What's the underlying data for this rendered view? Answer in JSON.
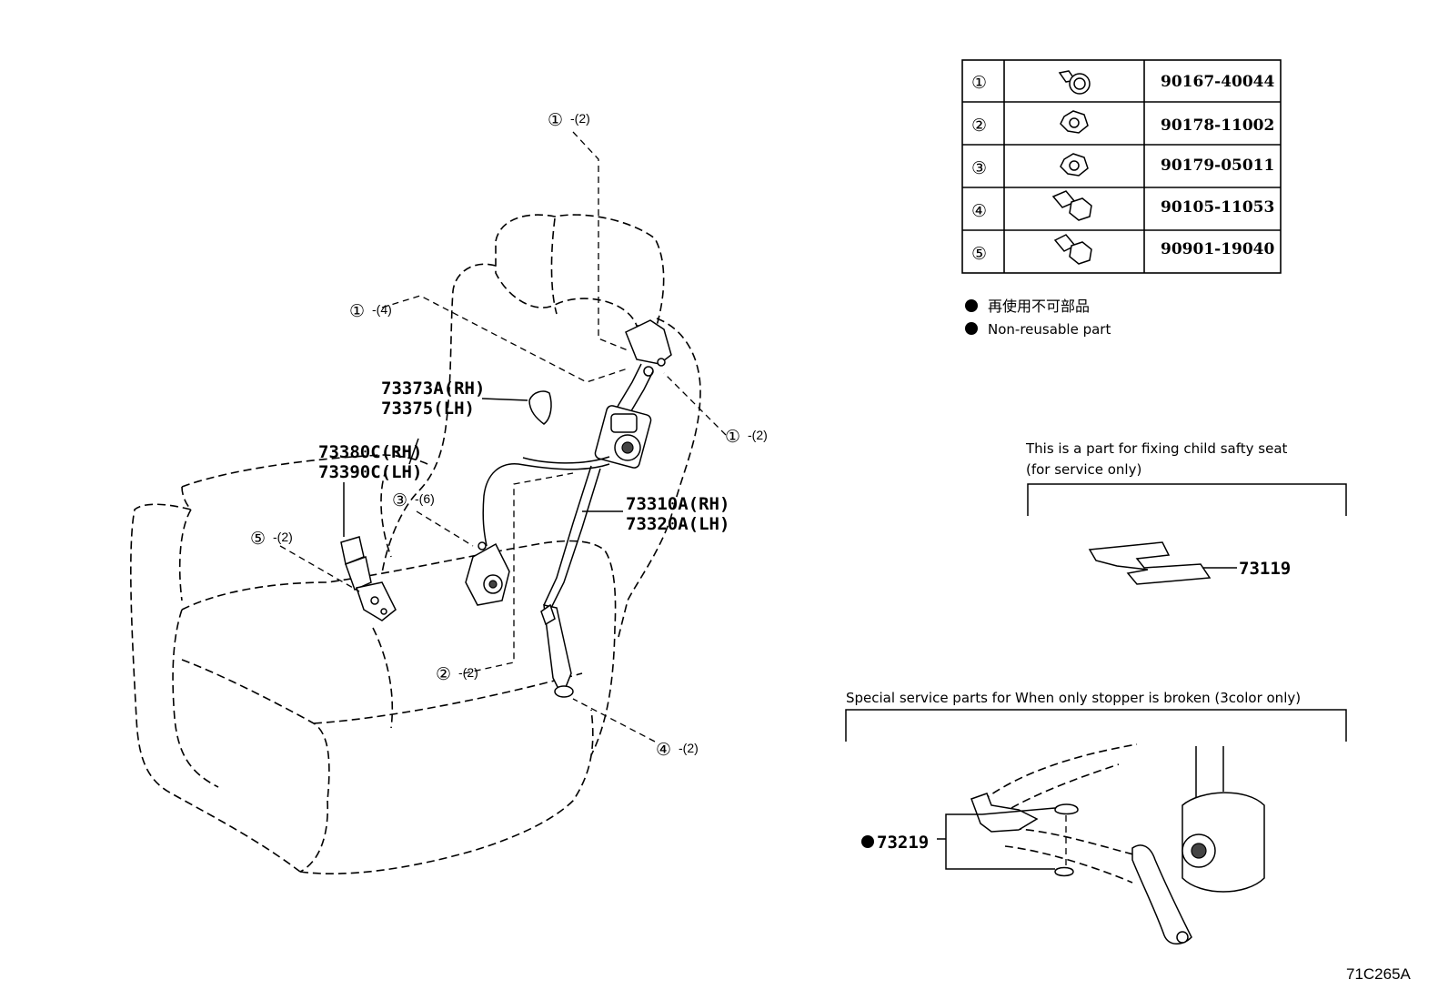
{
  "fastener_table": [
    {
      "num": "①",
      "part_no": "90167-40044",
      "icon": "bolt-with-washer-icon"
    },
    {
      "num": "②",
      "part_no": "90178-11002",
      "icon": "hex-nut-icon"
    },
    {
      "num": "③",
      "part_no": "90179-05011",
      "icon": "hex-nut-icon"
    },
    {
      "num": "④",
      "part_no": "90105-11053",
      "icon": "hex-bolt-icon"
    },
    {
      "num": "⑤",
      "part_no": "90901-19040",
      "icon": "hex-bolt-icon"
    }
  ],
  "legend": {
    "jp": "再使用不可部品",
    "en": "Non-reusable part"
  },
  "callouts": {
    "c1_top": {
      "num": "①",
      "qty": "-(2)"
    },
    "c1_left": {
      "num": "①",
      "qty": "-(4)"
    },
    "c1_right": {
      "num": "①",
      "qty": "-(2)"
    },
    "c2": {
      "num": "②",
      "qty": "-(2)"
    },
    "c3": {
      "num": "③",
      "qty": "-(6)"
    },
    "c4": {
      "num": "④",
      "qty": "-(2)"
    },
    "c5": {
      "num": "⑤",
      "qty": "-(2)"
    }
  },
  "parts": {
    "p73373A": "73373A(RH)",
    "p73375": "73375(LH)",
    "p73380C": "73380C(RH)",
    "p73390C": "73390C(LH)",
    "p73310A": "73310A(RH)",
    "p73320A": "73320A(LH)",
    "p73119": "73119",
    "p73219": "73219"
  },
  "child_seat_note": {
    "line1": "This is a part for fixing child safty seat",
    "line2": "(for service only)"
  },
  "special_note": "Special service parts for When only stopper is broken (3color only)",
  "diagram_code": "71C265A"
}
